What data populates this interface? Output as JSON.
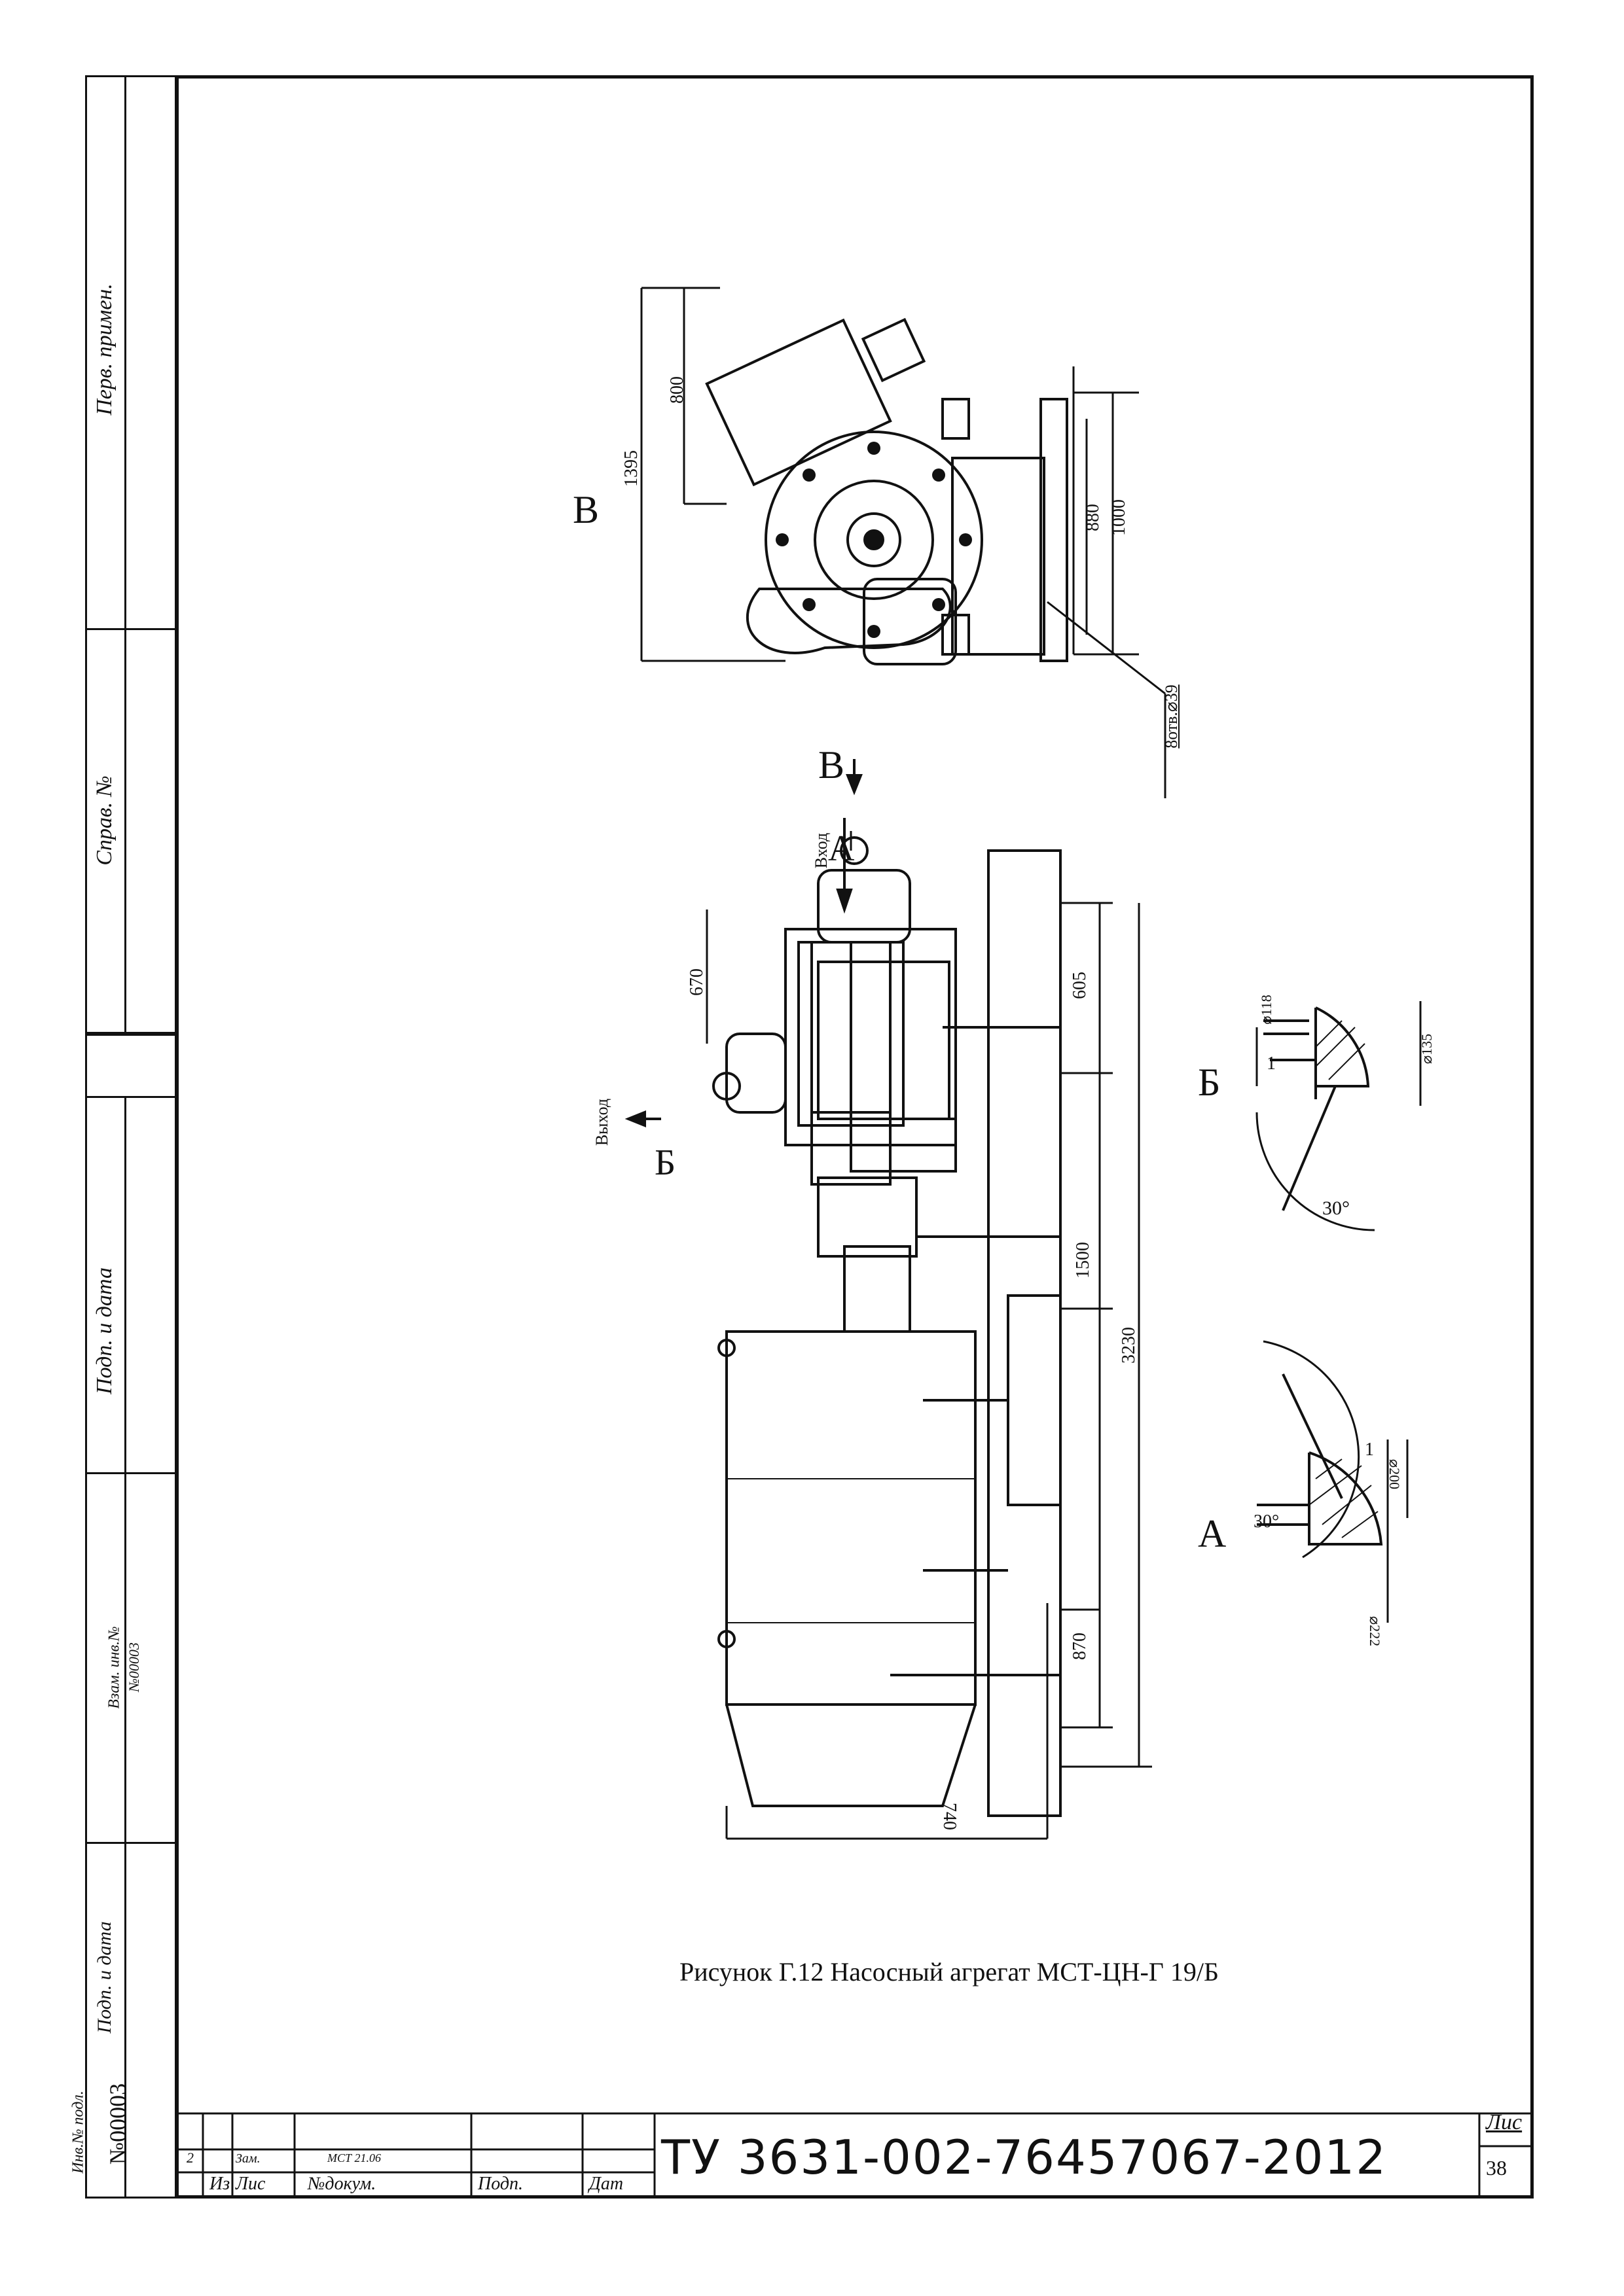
{
  "sidebar": {
    "perv_primen": "Перв. примен.",
    "sprav_no": "Справ. №",
    "podp_i_data": "Подп. и дата",
    "vzam_inv": "Взам. инв.№",
    "vzam_inv_value": "№00003",
    "podp_i_data_2": "Подп. и дата",
    "inv_podl": "Инв.№ подл.",
    "inv_podl_value": "№00003"
  },
  "drawing": {
    "view_b_label": "В",
    "view_a_label": "А",
    "view_bb_label": "Б",
    "arrow_v": "В",
    "vhod": "Вход",
    "vyhod": "Выход",
    "dims": {
      "d1395": "1395",
      "d800": "800",
      "d880": "880",
      "d1000": "1000",
      "holes": "8отв.⌀39",
      "d670": "670",
      "d605": "605",
      "d1500": "1500",
      "d3230": "3230",
      "d870": "870",
      "d740": "740",
      "d118": "⌀118",
      "d135": "⌀135",
      "a30b": "30°",
      "one_b": "1",
      "d200": "⌀200",
      "d222": "⌀222",
      "a30a": "30°",
      "one_a": "1"
    }
  },
  "caption": "Рисунок Г.12 Насосный агрегат МСТ-ЦН-Г 19/Б",
  "title_block": {
    "row1": {
      "izm": "2",
      "list": "Зам.",
      "doc": "МСТ 21.06"
    },
    "headers": {
      "izm": "Из",
      "list": "Лис",
      "doc": "№докум.",
      "podp": "Подп.",
      "data": "Дат"
    },
    "designation": "ТУ 3631-002-76457067-2012",
    "sheet_label": "Лис",
    "sheet_number": "38"
  }
}
